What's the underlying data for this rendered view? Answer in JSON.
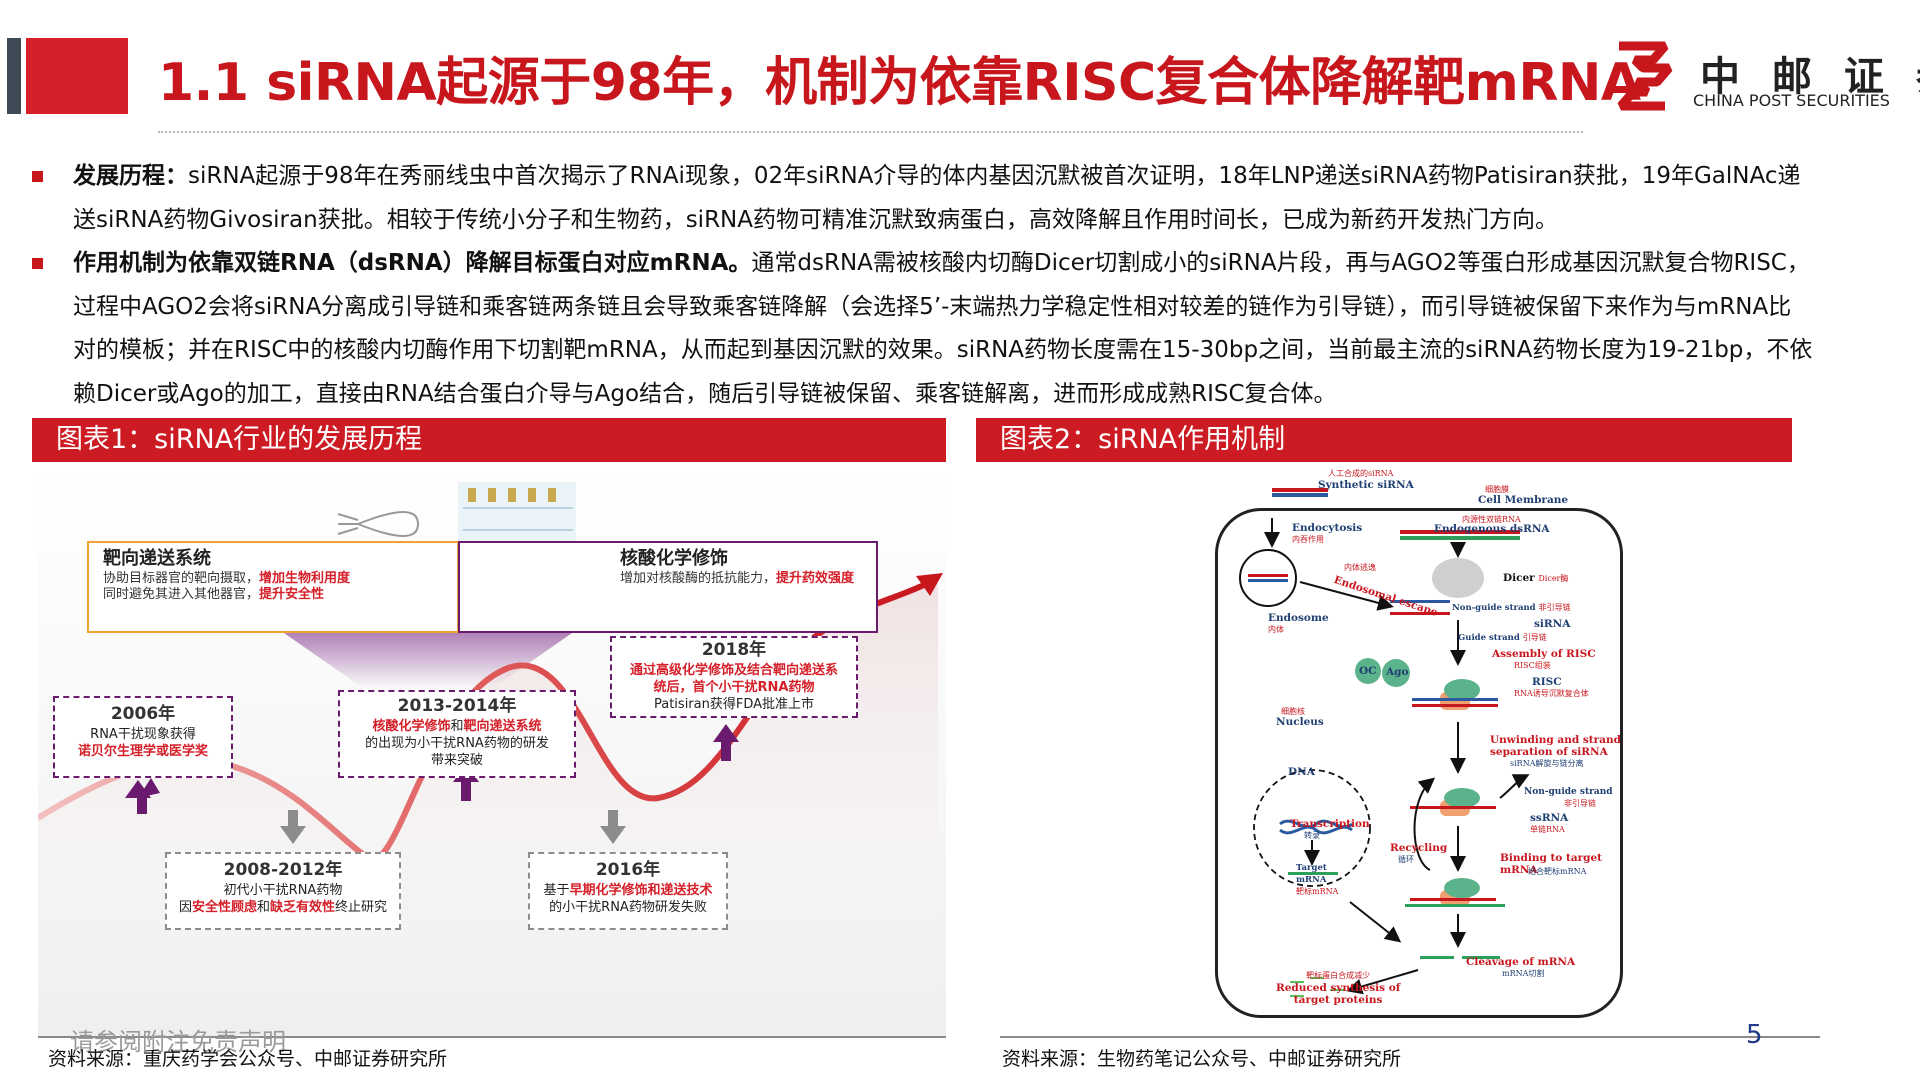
{
  "header": {
    "title": "1.1 siRNA起源于98年，机制为依靠RISC复合体降解靶mRNA",
    "logo_cn": "中 邮 证 券",
    "logo_en": "CHINA POST SECURITIES"
  },
  "bullets": [
    {
      "lead": "发展历程：",
      "text": "siRNA起源于98年在秀丽线虫中首次揭示了RNAi现象，02年siRNA介导的体内基因沉默被首次证明，18年LNP递送siRNA药物Patisiran获批，19年GalNAc递送siRNA药物Givosiran获批。相较于传统小分子和生物药，siRNA药物可精准沉默致病蛋白，高效降解且作用时间长，已成为新药开发热门方向。"
    },
    {
      "lead": "作用机制为依靠双链RNA（dsRNA）降解目标蛋白对应mRNA。",
      "text": "通常dsRNA需被核酸内切酶Dicer切割成小的siRNA片段，再与AGO2等蛋白形成基因沉默复合物RISC，过程中AGO2会将siRNA分离成引导链和乘客链两条链且会导致乘客链降解（会选择5’-末端热力学稳定性相对较差的链作为引导链），而引导链被保留下来作为与mRNA比对的模板；并在RISC中的核酸内切酶作用下切割靶mRNA，从而起到基因沉默的效果。siRNA药物长度需在15-30bp之间，当前最主流的siRNA药物长度为19-21bp，不依赖Dicer或Ago的加工，直接由RNA结合蛋白介导与Ago结合，随后引导链被保留、乘客链解离，进而形成成熟RISC复合体。"
    }
  ],
  "figure1": {
    "header": "图表1：siRNA行业的发展历程",
    "top_left": {
      "title": "靶向递送系统",
      "line1_plain": "协助目标器官的靶向摄取，",
      "line1_red": "增加生物利用度",
      "line2_plain": "同时避免其进入其他器官，",
      "line2_red": "提升安全性"
    },
    "top_right": {
      "title": "核酸化学修饰",
      "plain": "增加对核酸酶的抵抗能力，",
      "red": "提升药效强度"
    },
    "milestones": {
      "m2006": {
        "year": "2006年",
        "l1": "RNA干扰现象获得",
        "l2": "诺贝尔生理学或医学奖"
      },
      "m2008": {
        "year": "2008-2012年",
        "l1": "初代小干扰RNA药物",
        "l2_a": "因",
        "l2_red1": "安全性顾虑",
        "l2_b": "和",
        "l2_red2": "缺乏有效性",
        "l2_c": "终止研究"
      },
      "m2013": {
        "year": "2013-2014年",
        "red1": "核酸化学修饰",
        "mid": "和",
        "red2": "靶向递送系统",
        "l2": "的出现为小干扰RNA药物的研发",
        "l3": "带来突破"
      },
      "m2016": {
        "year": "2016年",
        "l1_a": "基于",
        "l1_red": "早期化学修饰和递送技术",
        "l2": "的小干扰RNA药物研发失败"
      },
      "m2018": {
        "year": "2018年",
        "l1": "通过高级化学修饰及结合靶向递送系",
        "l2": "统后，首个小干扰RNA药物",
        "l3": "Patisiran获得FDA批准上市"
      }
    },
    "source": "资料来源：重庆药学会公众号、中邮证券研究所"
  },
  "figure2": {
    "header": "图表2：siRNA作用机制",
    "labels": {
      "synthetic_cn": "人工合成的siRNA",
      "synthetic": "Synthetic siRNA",
      "membrane_cn": "细胞膜",
      "membrane": "Cell Membrane",
      "endogenous_cn": "内源性双链RNA",
      "endogenous": "Endogenous dsRNA",
      "endocytosis": "Endocytosis",
      "endocytosis_cn": "内吞作用",
      "escape_cn": "内体逃逸",
      "escape": "Endosomal escape",
      "endosome": "Endosome",
      "endosome_cn": "内体",
      "dicer": "Dicer",
      "dicer_cn": "Dicer酶",
      "nonguide": "Non-guide strand",
      "nonguide_cn": "非引导链",
      "sirna": "siRNA",
      "guide": "Guide strand",
      "guide_cn": "引导链",
      "oc": "OC",
      "ago": "Ago",
      "assembly": "Assembly of RISC",
      "assembly_cn": "RISC组装",
      "risc": "RISC",
      "risc_cn": "RNA诱导沉默复合体",
      "nucleus_cn": "细胞核",
      "nucleus": "Nucleus",
      "dna": "DNA",
      "unwinding1": "Unwinding and  strand",
      "unwinding2": "separation of siRNA",
      "unwinding_cn": "siRNA解旋与链分离",
      "nonguide2": "Non-guide strand",
      "nonguide2_cn": "非引导链",
      "transcription": "Transcription",
      "transcription_cn": "转录",
      "ssrna": "ssRNA",
      "ssrna_cn": "单链RNA",
      "recycling": "Recycling",
      "recycling_cn": "循环",
      "target1": "Target",
      "target2": "mRNA",
      "target_cn": "靶标mRNA",
      "binding1": "Binding to target",
      "binding2": "mRNA",
      "binding_cn": "结合靶标mRNA",
      "cleavage": "Cleavage of mRNA",
      "cleavage_cn": "mRNA切割",
      "reduced_cn": "靶标蛋白合成减少",
      "reduced1": "Reduced synthesis of",
      "reduced2": "target proteins"
    },
    "source": "资料来源：生物药笔记公众号、中邮证券研究所"
  },
  "footer": {
    "disclaimer": "请参阅附注免责声明",
    "page": "5"
  }
}
